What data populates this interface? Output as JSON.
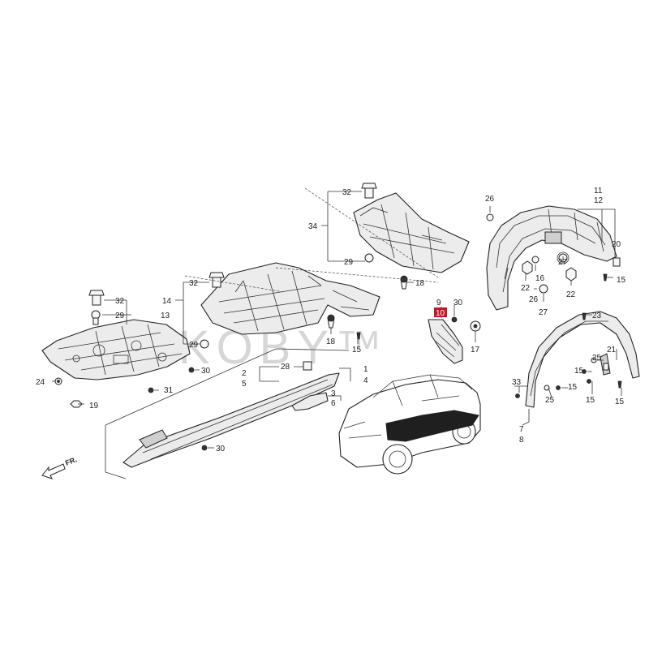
{
  "watermark": "UKOBY™",
  "direction_marker": "FR.",
  "callouts": {
    "c1": "1",
    "c2": "2",
    "c3": "3",
    "c4": "4",
    "c5": "5",
    "c6": "6",
    "c7": "7",
    "c8": "8",
    "c9": "9",
    "c10": "10",
    "c11": "11",
    "c12": "12",
    "c13": "13",
    "c14": "14",
    "c15a": "15",
    "c15b": "15",
    "c15c": "15",
    "c15d": "15",
    "c15e": "15",
    "c15f": "15",
    "c16": "16",
    "c17": "17",
    "c18a": "18",
    "c18b": "18",
    "c19": "19",
    "c20": "20",
    "c21": "21",
    "c22a": "22",
    "c22b": "22",
    "c23": "23",
    "c24": "24",
    "c25a": "25",
    "c25b": "25",
    "c26a": "26",
    "c26b": "26",
    "c27a": "27",
    "c27b": "27",
    "c28": "28",
    "c29a": "29",
    "c29b": "29",
    "c29c": "29",
    "c30a": "30",
    "c30b": "30",
    "c30c": "30",
    "c31": "31",
    "c32a": "32",
    "c32b": "32",
    "c32c": "32",
    "c33": "33",
    "c34": "34"
  },
  "highlighted_callout": "10",
  "highlight_color": "#c0182a"
}
